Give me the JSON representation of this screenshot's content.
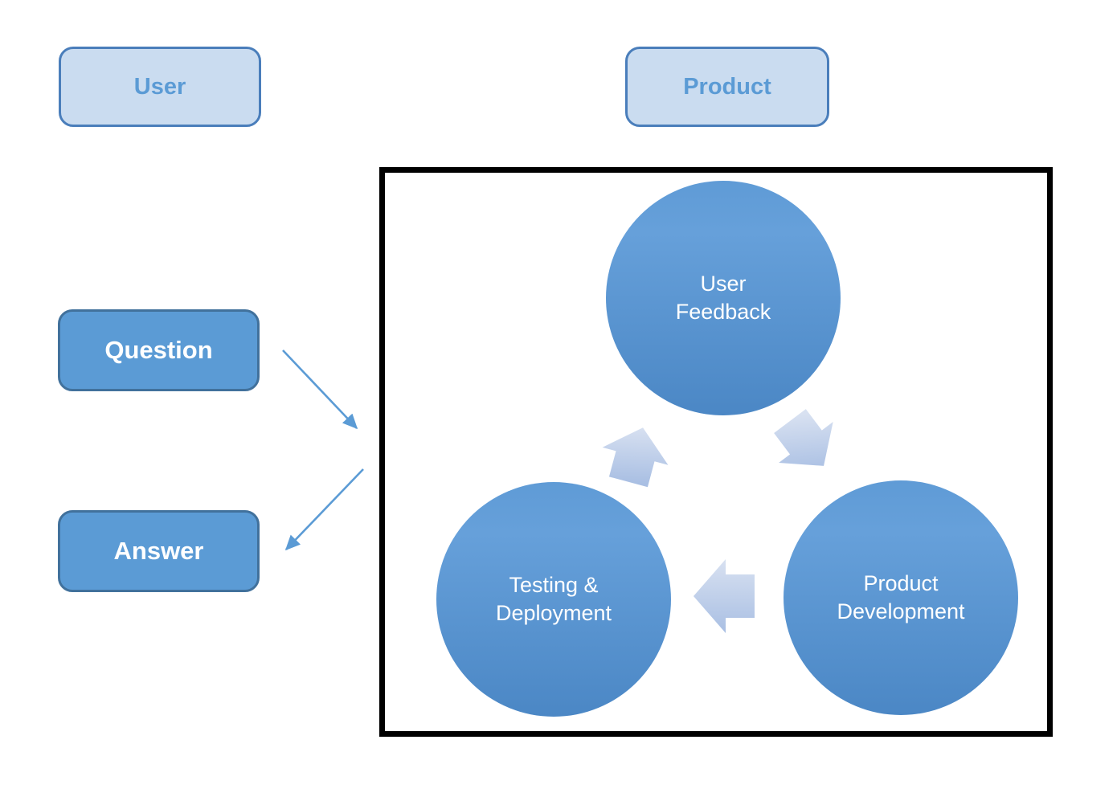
{
  "boxes": {
    "user": "User",
    "product": "Product",
    "question": "Question",
    "answer": "Answer"
  },
  "cycle": {
    "nodes": [
      {
        "id": "user-feedback",
        "line1": "User",
        "line2": "Feedback"
      },
      {
        "id": "testing-deployment",
        "line1": "Testing &",
        "line2": "Deployment"
      },
      {
        "id": "product-development",
        "line1": "Product",
        "line2": "Development"
      }
    ]
  },
  "colors": {
    "light_box_fill": "#cadcf0",
    "light_box_border": "#4a7ebb",
    "light_box_text": "#5b9bd5",
    "solid_box_fill": "#5b9bd5",
    "solid_box_border": "#41719c",
    "frame_border": "#000000",
    "circle_gradient_top": "#5f9bd6",
    "circle_gradient_bottom": "#4b87c5",
    "block_arrow_light": "#d8e1f1",
    "block_arrow_dark": "#a9bfe3",
    "thin_arrow": "#5b9bd5"
  }
}
